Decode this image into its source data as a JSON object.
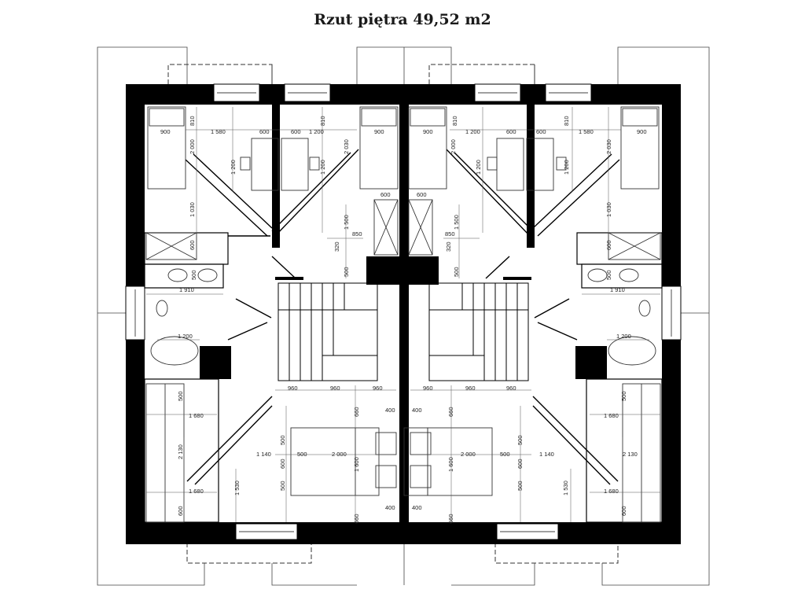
{
  "title": "Rzut piętra 49,52 m2",
  "plan": {
    "dims_top_left": [
      "900",
      "1 580",
      "600",
      "600",
      "1 200",
      "900",
      "600"
    ],
    "dims_top_right": [
      "600",
      "900",
      "1 200",
      "600",
      "600",
      "1 580",
      "900"
    ],
    "dims_vertical_left": [
      "810",
      "2 000",
      "1 200",
      "1 030",
      "600",
      "810",
      "1 200",
      "2 030",
      "1 500",
      "320",
      "500",
      "500",
      "500"
    ],
    "dims_vertical_right": [
      "810",
      "2 000",
      "1 200",
      "1 030",
      "600",
      "810",
      "1 200",
      "2 030",
      "1 500",
      "320",
      "500",
      "500",
      "500"
    ],
    "dims_mid_left": [
      "850",
      "1 910",
      "1 200"
    ],
    "dims_mid_right": [
      "850",
      "1 910",
      "1 200"
    ],
    "dims_stair_left": [
      "960",
      "960",
      "960"
    ],
    "dims_stair_right": [
      "960",
      "960",
      "960"
    ],
    "dims_bottom_left": [
      "1 680",
      "2 130",
      "1 680",
      "600",
      "1 140",
      "1 530",
      "500",
      "2 000",
      "1 600",
      "660",
      "400",
      "400",
      "500",
      "600",
      "500",
      "660"
    ],
    "dims_bottom_right": [
      "1 680",
      "2 130",
      "1 680",
      "600",
      "1 140",
      "1 530",
      "500",
      "2 000",
      "1 600",
      "660",
      "400",
      "400",
      "500",
      "600",
      "500",
      "660"
    ]
  }
}
